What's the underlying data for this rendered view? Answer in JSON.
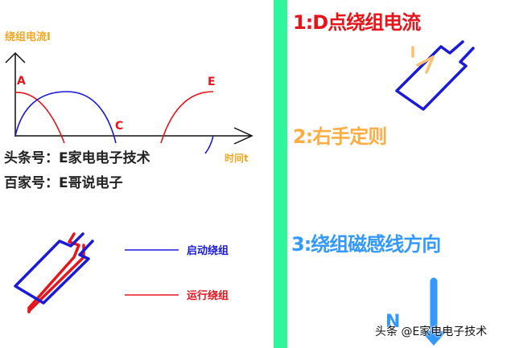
{
  "chart": {
    "y_axis_label": "绕组电流I",
    "x_axis_label": "时间t",
    "points": {
      "a": "A",
      "c": "C",
      "e": "E"
    }
  },
  "credits": {
    "line1": "头条号：E家电电子技术",
    "line2": "百家号：E哥说电子"
  },
  "legend": {
    "start_winding": "启动绕组",
    "run_winding": "运行绕组"
  },
  "steps": {
    "step1": "1:D点绕组电流",
    "step2": "2:右手定则",
    "step3": "3:绕组磁感线方向"
  },
  "pole_label": "N",
  "watermark": "头条 @E家电电子技术",
  "colors": {
    "start_winding": "#1a1adb",
    "run_winding": "#e8141b",
    "divider": "#2ff59c",
    "step2": "#ffad42",
    "step3": "#3399ff",
    "axis_label": "#f5a623"
  },
  "chart_data": {
    "type": "line",
    "title": "",
    "xlabel": "时间t",
    "ylabel": "绕组电流I",
    "annotations": [
      "A",
      "C",
      "E"
    ],
    "series": [
      {
        "name": "运行绕组",
        "color": "#e8141b",
        "description": "starts at peak A (t=0), falls to zero; rises again to peak E"
      },
      {
        "name": "启动绕组",
        "color": "#1a1adb",
        "description": "starts at zero, peaks mid-interval, returns to zero at C"
      }
    ]
  }
}
